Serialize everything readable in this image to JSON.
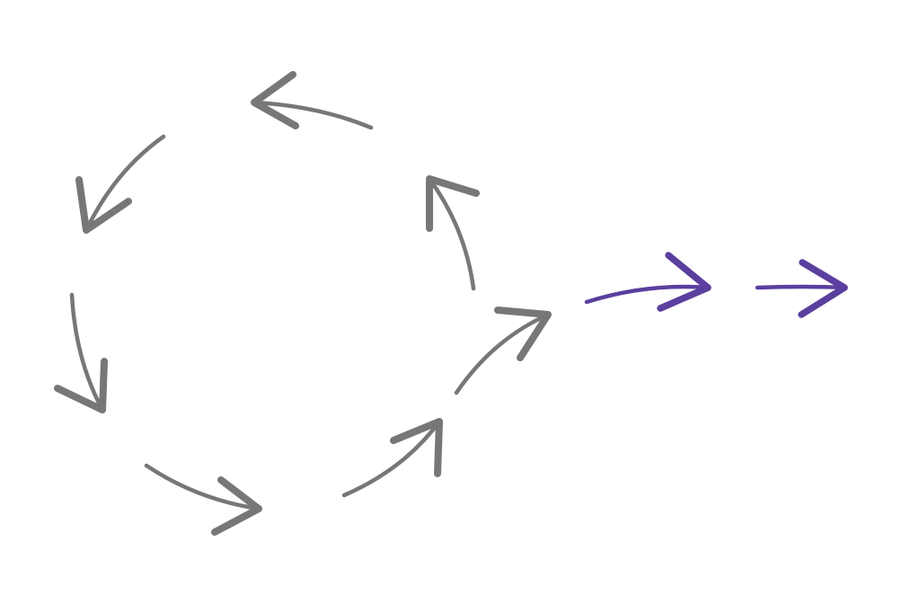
{
  "diagram": {
    "type": "cycle-with-exit",
    "colors": {
      "cycle_arrow": "#777777",
      "exit_arrow": "#5b3f9e",
      "background": "#ffffff"
    },
    "cycle_arrows": [
      {
        "id": "top",
        "direction": "left"
      },
      {
        "id": "upper-left",
        "direction": "down-left"
      },
      {
        "id": "left",
        "direction": "down"
      },
      {
        "id": "bottom-left",
        "direction": "right"
      },
      {
        "id": "bottom-right",
        "direction": "up-right"
      },
      {
        "id": "right-lower",
        "direction": "up-right"
      },
      {
        "id": "right-upper",
        "direction": "up"
      }
    ],
    "exit_arrows": [
      {
        "id": "exit-1",
        "direction": "right"
      },
      {
        "id": "exit-2",
        "direction": "right"
      }
    ]
  }
}
